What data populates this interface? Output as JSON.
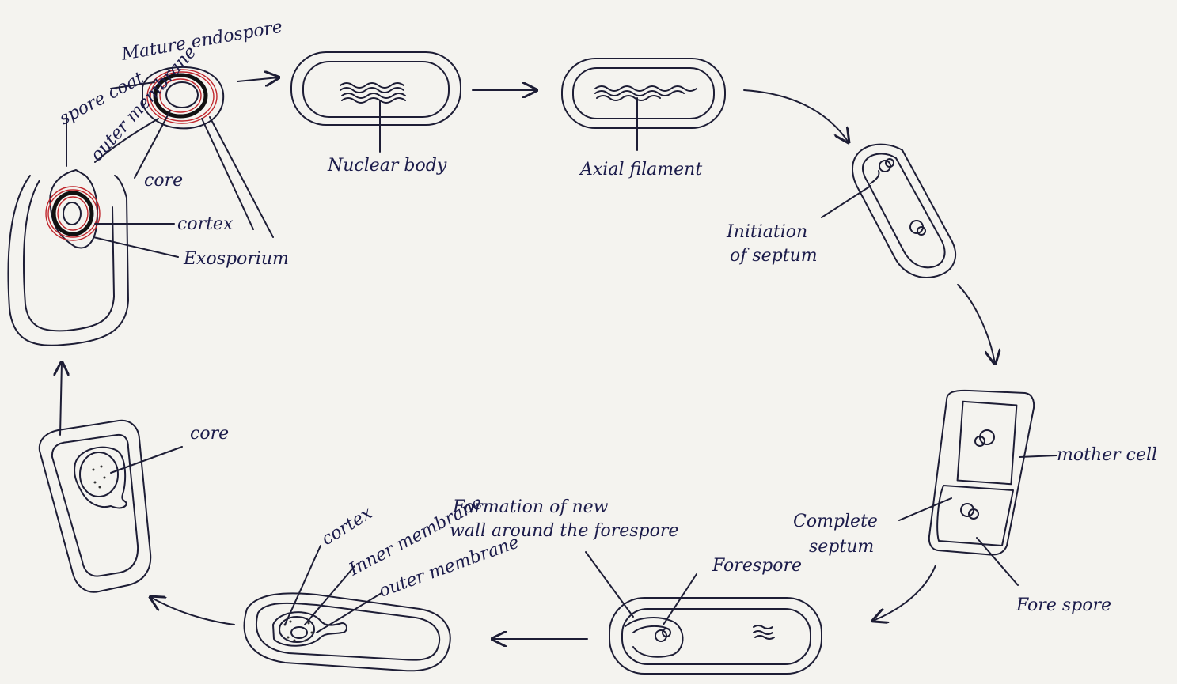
{
  "labels": {
    "mature_endospore": "Mature endospore",
    "spore_coat": "spore coat",
    "outer_membrane_top": "outer membrane",
    "core_top": "core",
    "cortex_top": "cortex",
    "exosporium": "Exosporium",
    "nuclear_body": "Nuclear body",
    "axial_filament": "Axial filament",
    "initiation_of_septum_1": "Initiation",
    "initiation_of_septum_2": "of septum",
    "mother_cell": "mother cell",
    "complete_septum_1": "Complete",
    "complete_septum_2": "septum",
    "fore_spore_right": "Fore spore",
    "forespore_bottom": "Forespore",
    "formation_1": "Formation of new",
    "formation_2": "wall around the forespore",
    "cortex_bottom": "cortex",
    "inner_membrane": "Inner membrane",
    "outer_membrane_bottom": "outer membrane",
    "core_left": "core"
  },
  "colors": {
    "ink": "#1d1d35",
    "paper": "#f4f3ef",
    "spore_ring": "#c0262c"
  }
}
